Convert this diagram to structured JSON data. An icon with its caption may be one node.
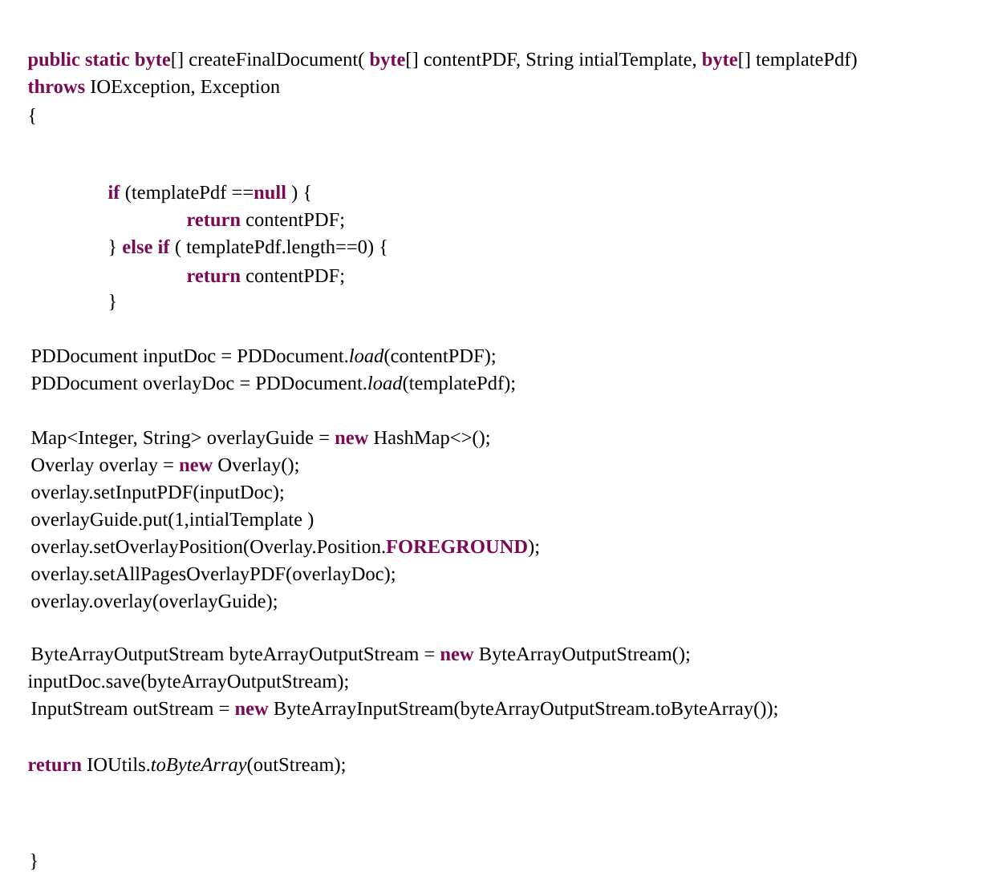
{
  "diagram": {
    "labels": [
      "**public static byte**[] createFinalDocument( **byte**[] contentPDF, String intialTemplate, **byte**[] templatePdf)",
      "**throws** IOException, Exception",
      "{",
      "**if** (templatePdf ==**null** ) {",
      "**return** contentPDF;",
      "} **else if** ( templatePdf.length==0) {",
      "**return** contentPDF;",
      "}",
      "PDDocument inputDoc = PDDocument.*load*(contentPDF);",
      "PDDocument overlayDoc = PDDocument.*load*(templatePdf);",
      "Map<Integer, String> overlayGuide = **new** HashMap<>();",
      "Overlay overlay = **new** Overlay();",
      "overlay.setInputPDF(inputDoc);",
      "overlayGuide.put(1,intialTemplate )",
      "overlay.setOverlayPosition(Overlay.Position.**FOREGROUND**);",
      "overlay.setAllPagesOverlayPDF(overlayDoc);",
      "overlay.overlay(overlayGuide);",
      "ByteArrayOutputStream byteArrayOutputStream = **new** ByteArrayOutputStream();",
      "inputDoc.save(byteArrayOutputStream);",
      "InputStream outStream = **new** ByteArrayInputStream(byteArrayOutputStream.toByteArray());",
      "**return** IOUtils.*toByteArray*(outStream);",
      "}"
    ]
  }
}
